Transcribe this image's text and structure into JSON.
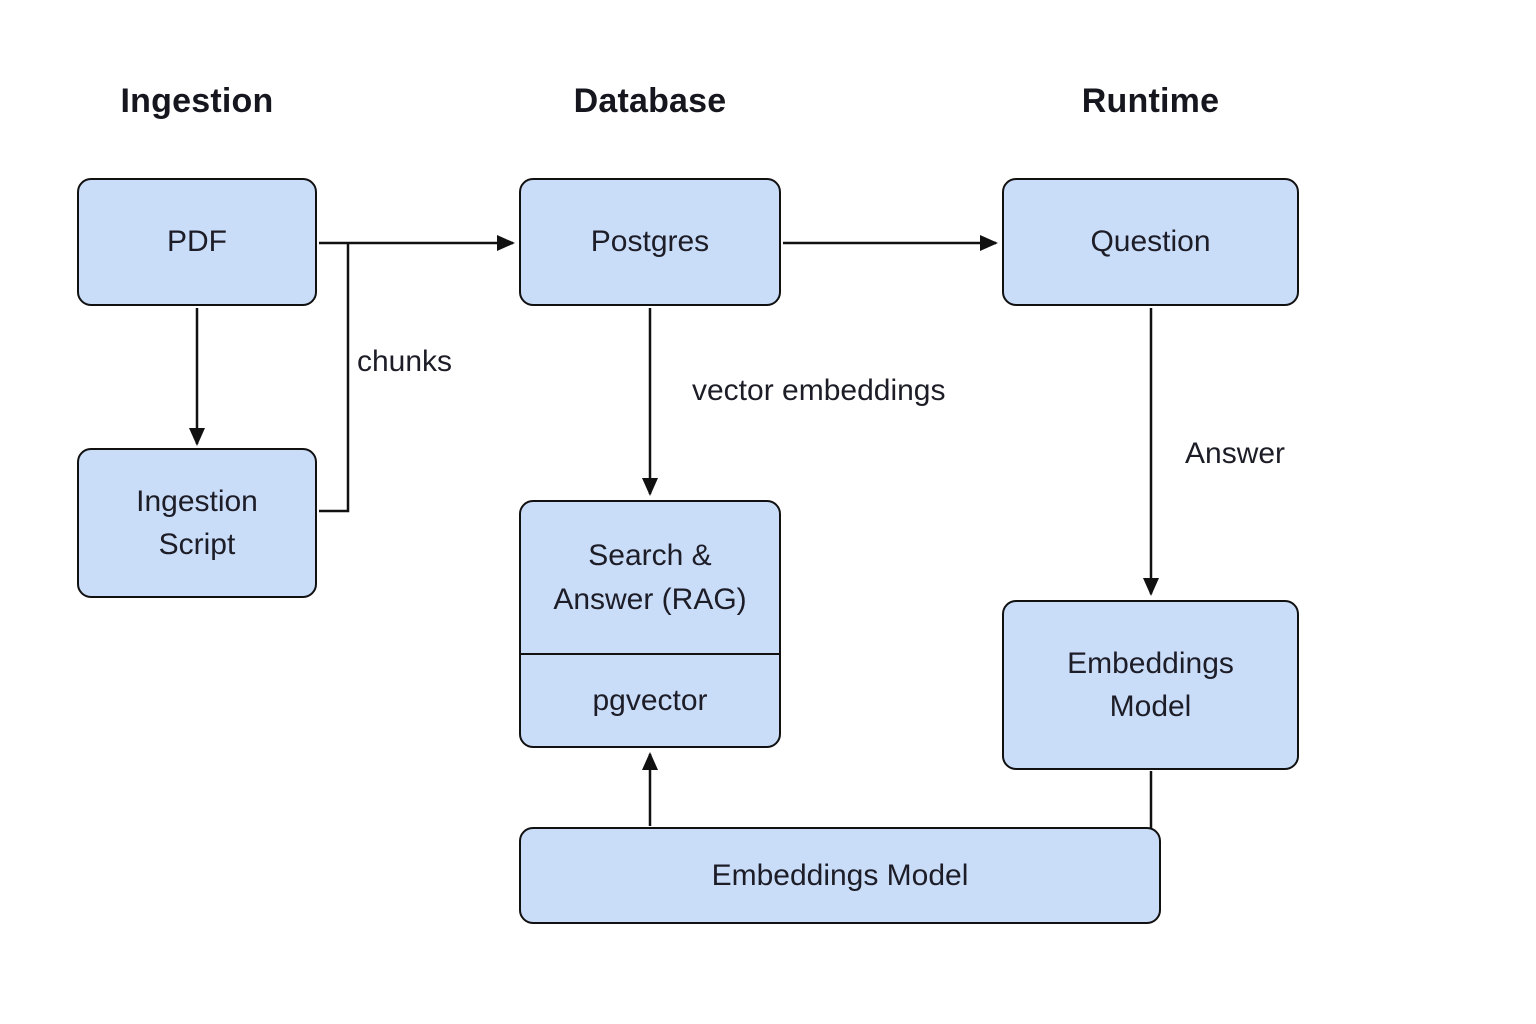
{
  "diagram": {
    "headers": [
      "Ingestion",
      "Database",
      "Runtime"
    ],
    "nodes": {
      "pdf": {
        "label": "PDF"
      },
      "ingestion_script": {
        "label": "Ingestion\nScript"
      },
      "postgres": {
        "label": "Postgres"
      },
      "question": {
        "label": "Question"
      },
      "search_answer": {
        "label": "Search &\nAnswer (RAG)"
      },
      "pgvector": {
        "label": "pgvector"
      },
      "embeddings_model_runtime": {
        "label": "Embeddings\nModel"
      },
      "embeddings_model_shared": {
        "label": "Embeddings Model"
      }
    },
    "edge_labels": {
      "chunks": "chunks",
      "vector_embeddings": "vector embeddings",
      "answer": "Answer"
    },
    "colors": {
      "background": "#ffffff",
      "node_fill": "#c9dcf8",
      "node_border": "#111111",
      "text": "#1d1d27",
      "arrow": "#111111"
    }
  }
}
